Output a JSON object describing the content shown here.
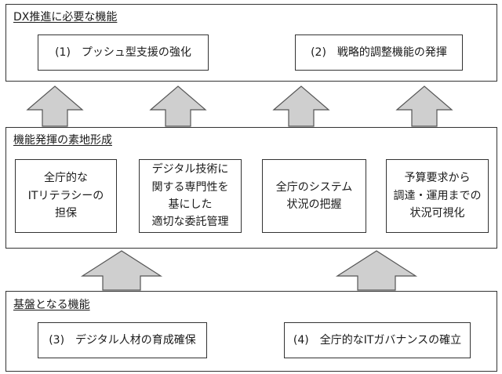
{
  "dx_functions": {
    "title": "DX推進に必要な機能",
    "items": [
      {
        "label": "(1)　プッシュ型支援の強化"
      },
      {
        "label": "(2)　戦略的調整機能の発揮"
      }
    ]
  },
  "foundation": {
    "title": "機能発揮の素地形成",
    "items": [
      {
        "label": "全庁的な\nITリテラシーの\n担保"
      },
      {
        "label": "デジタル技術に\n関する専門性を\n基にした\n適切な委託管理"
      },
      {
        "label": "全庁のシステム\n状況の把握"
      },
      {
        "label": "予算要求から\n調達・運用までの\n状況可視化"
      }
    ]
  },
  "base": {
    "title": "基盤となる機能",
    "items": [
      {
        "label": "(3)　デジタル人材の育成確保"
      },
      {
        "label": "(4)　全庁的なITガバナンスの確立"
      }
    ]
  }
}
